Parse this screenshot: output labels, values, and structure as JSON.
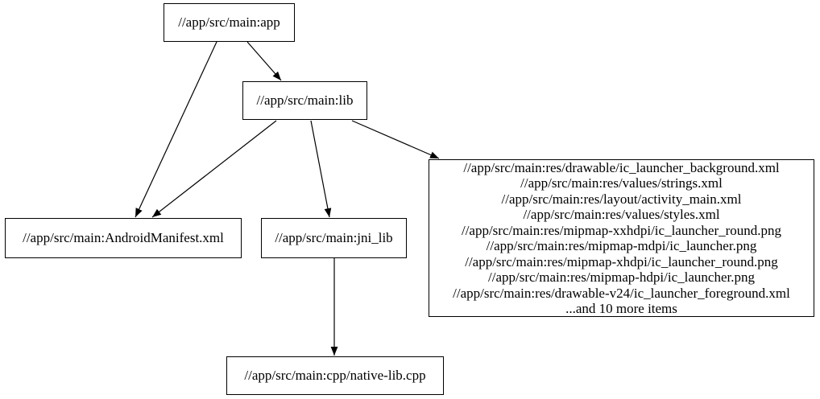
{
  "diagram": {
    "type": "dependency-graph",
    "colors": {
      "background": "#ffffff",
      "node_border": "#000000",
      "edge": "#000000",
      "text": "#000000"
    },
    "nodes": {
      "app": {
        "label": "//app/src/main:app"
      },
      "lib": {
        "label": "//app/src/main:lib"
      },
      "manifest": {
        "label": "//app/src/main:AndroidManifest.xml"
      },
      "jni_lib": {
        "label": "//app/src/main:jni_lib"
      },
      "native_lib": {
        "label": "//app/src/main:cpp/native-lib.cpp"
      },
      "resources": {
        "lines": [
          "//app/src/main:res/drawable/ic_launcher_background.xml",
          "//app/src/main:res/values/strings.xml",
          "//app/src/main:res/layout/activity_main.xml",
          "//app/src/main:res/values/styles.xml",
          "//app/src/main:res/mipmap-xxhdpi/ic_launcher_round.png",
          "//app/src/main:res/mipmap-mdpi/ic_launcher.png",
          "//app/src/main:res/mipmap-xhdpi/ic_launcher_round.png",
          "//app/src/main:res/mipmap-hdpi/ic_launcher.png",
          "//app/src/main:res/drawable-v24/ic_launcher_foreground.xml",
          "...and 10 more items"
        ]
      }
    },
    "edges": [
      {
        "from": "app",
        "to": "lib"
      },
      {
        "from": "app",
        "to": "manifest"
      },
      {
        "from": "lib",
        "to": "manifest"
      },
      {
        "from": "lib",
        "to": "jni_lib"
      },
      {
        "from": "lib",
        "to": "resources"
      },
      {
        "from": "jni_lib",
        "to": "native_lib"
      }
    ]
  }
}
